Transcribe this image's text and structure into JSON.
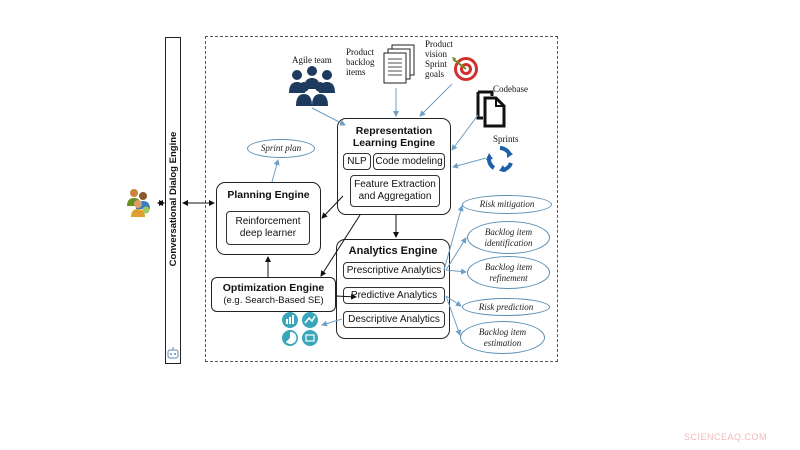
{
  "dialog_engine": {
    "label": "Conversational Dialog Engine"
  },
  "inputs": {
    "agile_team": "Agile team",
    "product_backlog": [
      "Product",
      "backlog",
      "items"
    ],
    "product_vision": [
      "Product",
      "vision",
      "Sprint",
      "goals"
    ],
    "codebase": "Codebase",
    "sprints": "Sprints"
  },
  "representation_engine": {
    "title": [
      "Representation",
      "Learning Engine"
    ],
    "nlp": "NLP",
    "code_modeling": "Code modeling",
    "feature": [
      "Feature Extraction",
      "and Aggregation"
    ]
  },
  "planning_engine": {
    "title": "Planning Engine",
    "inner": [
      "Reinforcement",
      "deep learner"
    ]
  },
  "sprint_plan": "Sprint plan",
  "optimization_engine": {
    "title": "Optimization Engine",
    "subtitle": "(e.g. Search-Based SE)"
  },
  "analytics_engine": {
    "title": "Analytics Engine",
    "prescriptive": "Prescriptive Analytics",
    "predictive": "Predictive Analytics",
    "descriptive": "Descriptive Analytics"
  },
  "outputs": {
    "risk_mitigation": "Risk mitigation",
    "backlog_identification": [
      "Backlog item",
      "identification"
    ],
    "backlog_refinement": [
      "Backlog item",
      "refinement"
    ],
    "risk_prediction": "Risk prediction",
    "backlog_estimation": [
      "Backlog item",
      "estimation"
    ]
  },
  "watermark": "SCIENCEAQ.COM",
  "colors": {
    "arrow_blue": "#6f9fc4",
    "arrow_dark": "#111111",
    "ellipse_border": "#5a8fb3",
    "team_icon": "#1e3a5f",
    "target_red": "#d32f2f",
    "sprint_blue": "#1f5fa8",
    "dashboard_teal": "#3aa6b9"
  }
}
